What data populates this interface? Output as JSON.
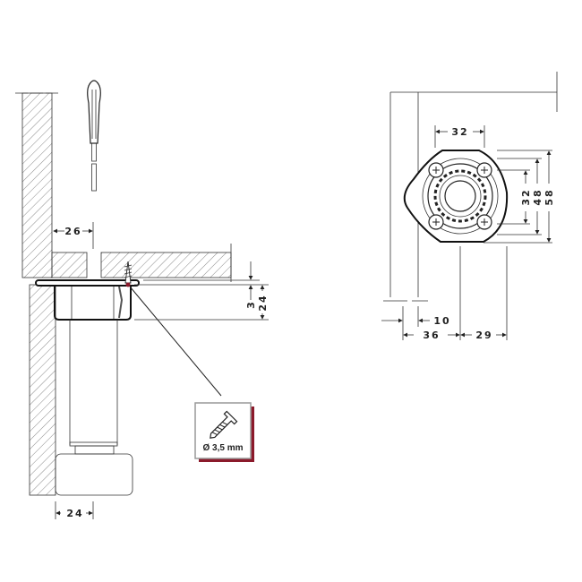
{
  "side_view": {
    "dimensions": {
      "wall_to_hole": "26",
      "flange": "3",
      "cup_height": "24",
      "foot_width": "24"
    },
    "screw_callout": {
      "label": "Ø 3,5 mm",
      "accent_color": "#8b1a2b"
    }
  },
  "top_view": {
    "dimensions": {
      "screw_spacing_h": "32",
      "screw_spacing_v": "32",
      "ring_dia": "48",
      "plate_height": "58",
      "edge_offset": "10",
      "center_from_edge": "36",
      "center_to_side": "29"
    }
  },
  "colors": {
    "line": "#222222",
    "hatch": "#555555",
    "accent": "#8b1a2b"
  }
}
